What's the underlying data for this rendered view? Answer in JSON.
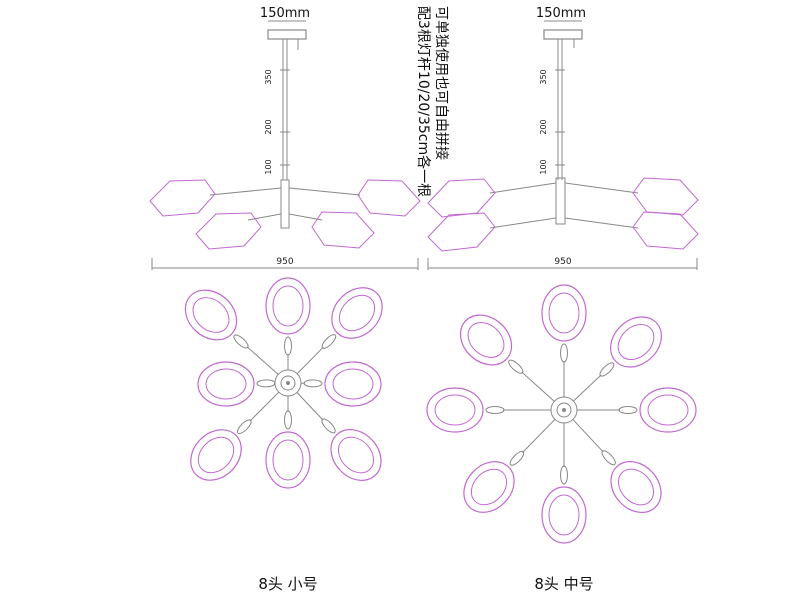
{
  "left": {
    "canopy_width_label": "150mm",
    "rod_labels": [
      "350",
      "200",
      "100"
    ],
    "span_label": "950",
    "caption": "8头 小号"
  },
  "right": {
    "canopy_width_label": "150mm",
    "rod_labels": [
      "350",
      "200",
      "100"
    ],
    "span_label": "950",
    "caption": "8头 中号"
  },
  "note": {
    "line1": "可单独使用也可自由拼接",
    "line2": "配3根灯杆10/20/35cm各一根"
  },
  "colors": {
    "shade": "#c06ad0",
    "frame": "#888888",
    "text": "#111111"
  }
}
